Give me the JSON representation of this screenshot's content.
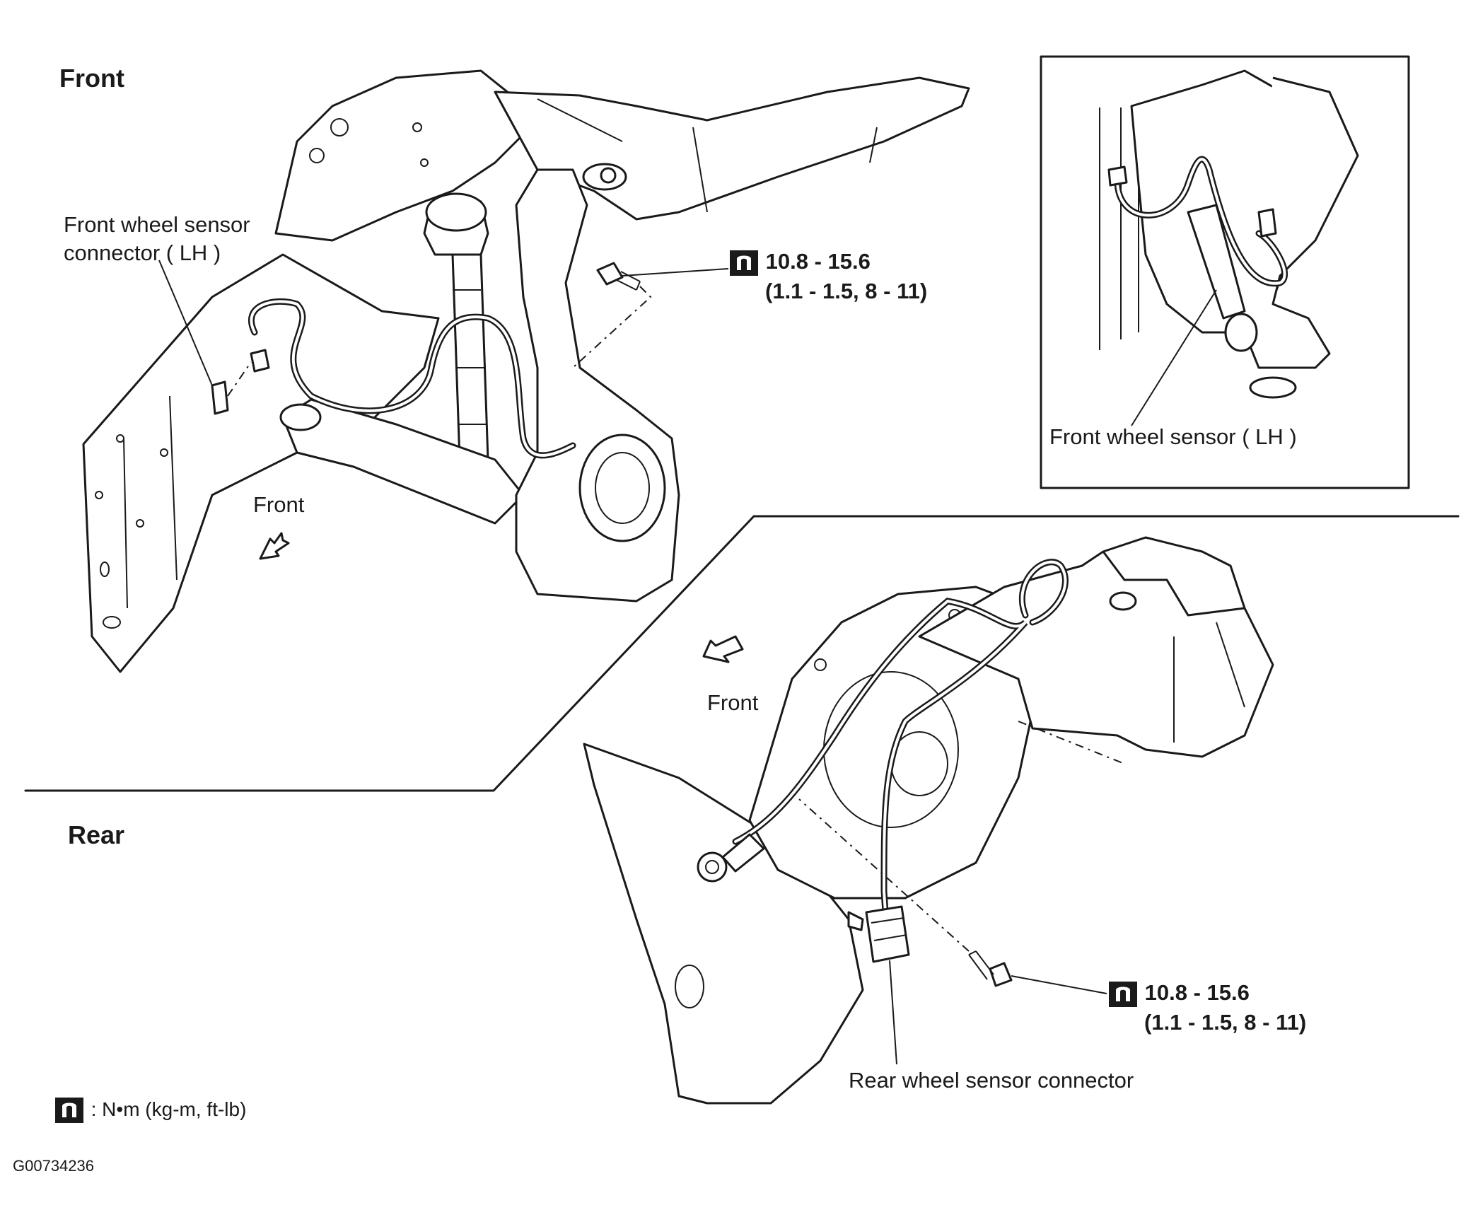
{
  "headings": {
    "front": "Front",
    "rear": "Rear"
  },
  "labels": {
    "front_sensor_connector": [
      "Front wheel sensor",
      "connector ( LH )"
    ],
    "front_sensor_inset": "Front wheel sensor ( LH )",
    "rear_sensor_connector": "Rear wheel sensor connector",
    "front_arrow_front": "Front",
    "rear_arrow_front": "Front"
  },
  "torque": {
    "front": {
      "line1": "10.8 - 15.6",
      "line2": "(1.1 - 1.5, 8 - 11)"
    },
    "rear": {
      "line1": "10.8 - 15.6",
      "line2": "(1.1 - 1.5, 8 - 11)"
    }
  },
  "legend": ": N•m (kg-m, ft-lb)",
  "figure_id": "G00734236",
  "icons": {
    "torque": "torque-wrench-icon",
    "front_arrow": "direction-arrow-icon"
  }
}
